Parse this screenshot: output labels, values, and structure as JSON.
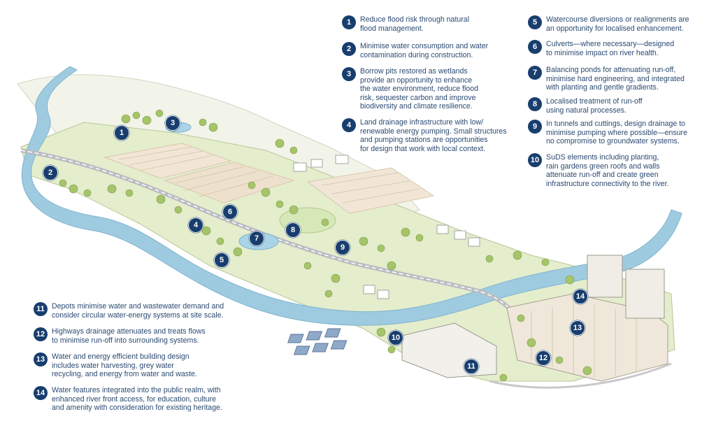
{
  "legend_top_left_column": [
    {
      "num": "1",
      "text": "Reduce flood risk through natural\nflood management."
    },
    {
      "num": "2",
      "text": "Minimise water consumption and water\ncontamination during construction."
    },
    {
      "num": "3",
      "text": "Borrow pits restored as wetlands\nprovide an opportunity to enhance\nthe water environment, reduce flood\nrisk, sequester carbon and improve\nbiodiversity and climate resilience."
    },
    {
      "num": "4",
      "text": "Land drainage infrastructure with low/\nrenewable energy pumping. Small structures\nand pumping stations are opportunities\nfor design that work with local context."
    }
  ],
  "legend_top_right_column": [
    {
      "num": "5",
      "text": "Watercourse diversions or realignments are\nan opportunity for localised enhancement."
    },
    {
      "num": "6",
      "text": "Culverts—where necessary—designed\nto minimise impact on river health."
    },
    {
      "num": "7",
      "text": "Balancing ponds for attenuating run-off,\nminimise hard engineering, and integrated\nwith planting and gentle gradients."
    },
    {
      "num": "8",
      "text": "Localised treatment of run-off\nusing natural processes."
    },
    {
      "num": "9",
      "text": "In tunnels and cuttings, design drainage to\nminimise  pumping where possible—ensure\nno compromise to groundwater systems."
    },
    {
      "num": "10",
      "text": "SuDS elements including planting,\nrain gardens green roofs and walls\nattenuate run-off and create green\ninfrastructure connectivity to the river."
    }
  ],
  "legend_bottom_left": [
    {
      "num": "11",
      "text": "Depots minimise water and wastewater demand and\nconsider circular water-energy systems at site scale."
    },
    {
      "num": "12",
      "text": "Highways drainage attenuates and treats flows\nto minimise run-off into surrounding systems."
    },
    {
      "num": "13",
      "text": "Water and energy efficient building design\nincludes water harvesting, grey water\nrecycling, and energy from water and waste."
    },
    {
      "num": "14",
      "text": "Water features integrated into the public realm, with\nenhanced river front access, for education, culture\nand amenity with consideration for existing heritage."
    }
  ],
  "map_markers": [
    "1",
    "2",
    "3",
    "4",
    "5",
    "6",
    "7",
    "8",
    "9",
    "10",
    "11",
    "12",
    "13",
    "14"
  ],
  "colors": {
    "badge": "#183e6e",
    "text": "#2b4a72",
    "river": "#9fcbe0",
    "field": "#efe6d8",
    "tree": "#a6c46a",
    "ground": "#dfe9c4"
  }
}
